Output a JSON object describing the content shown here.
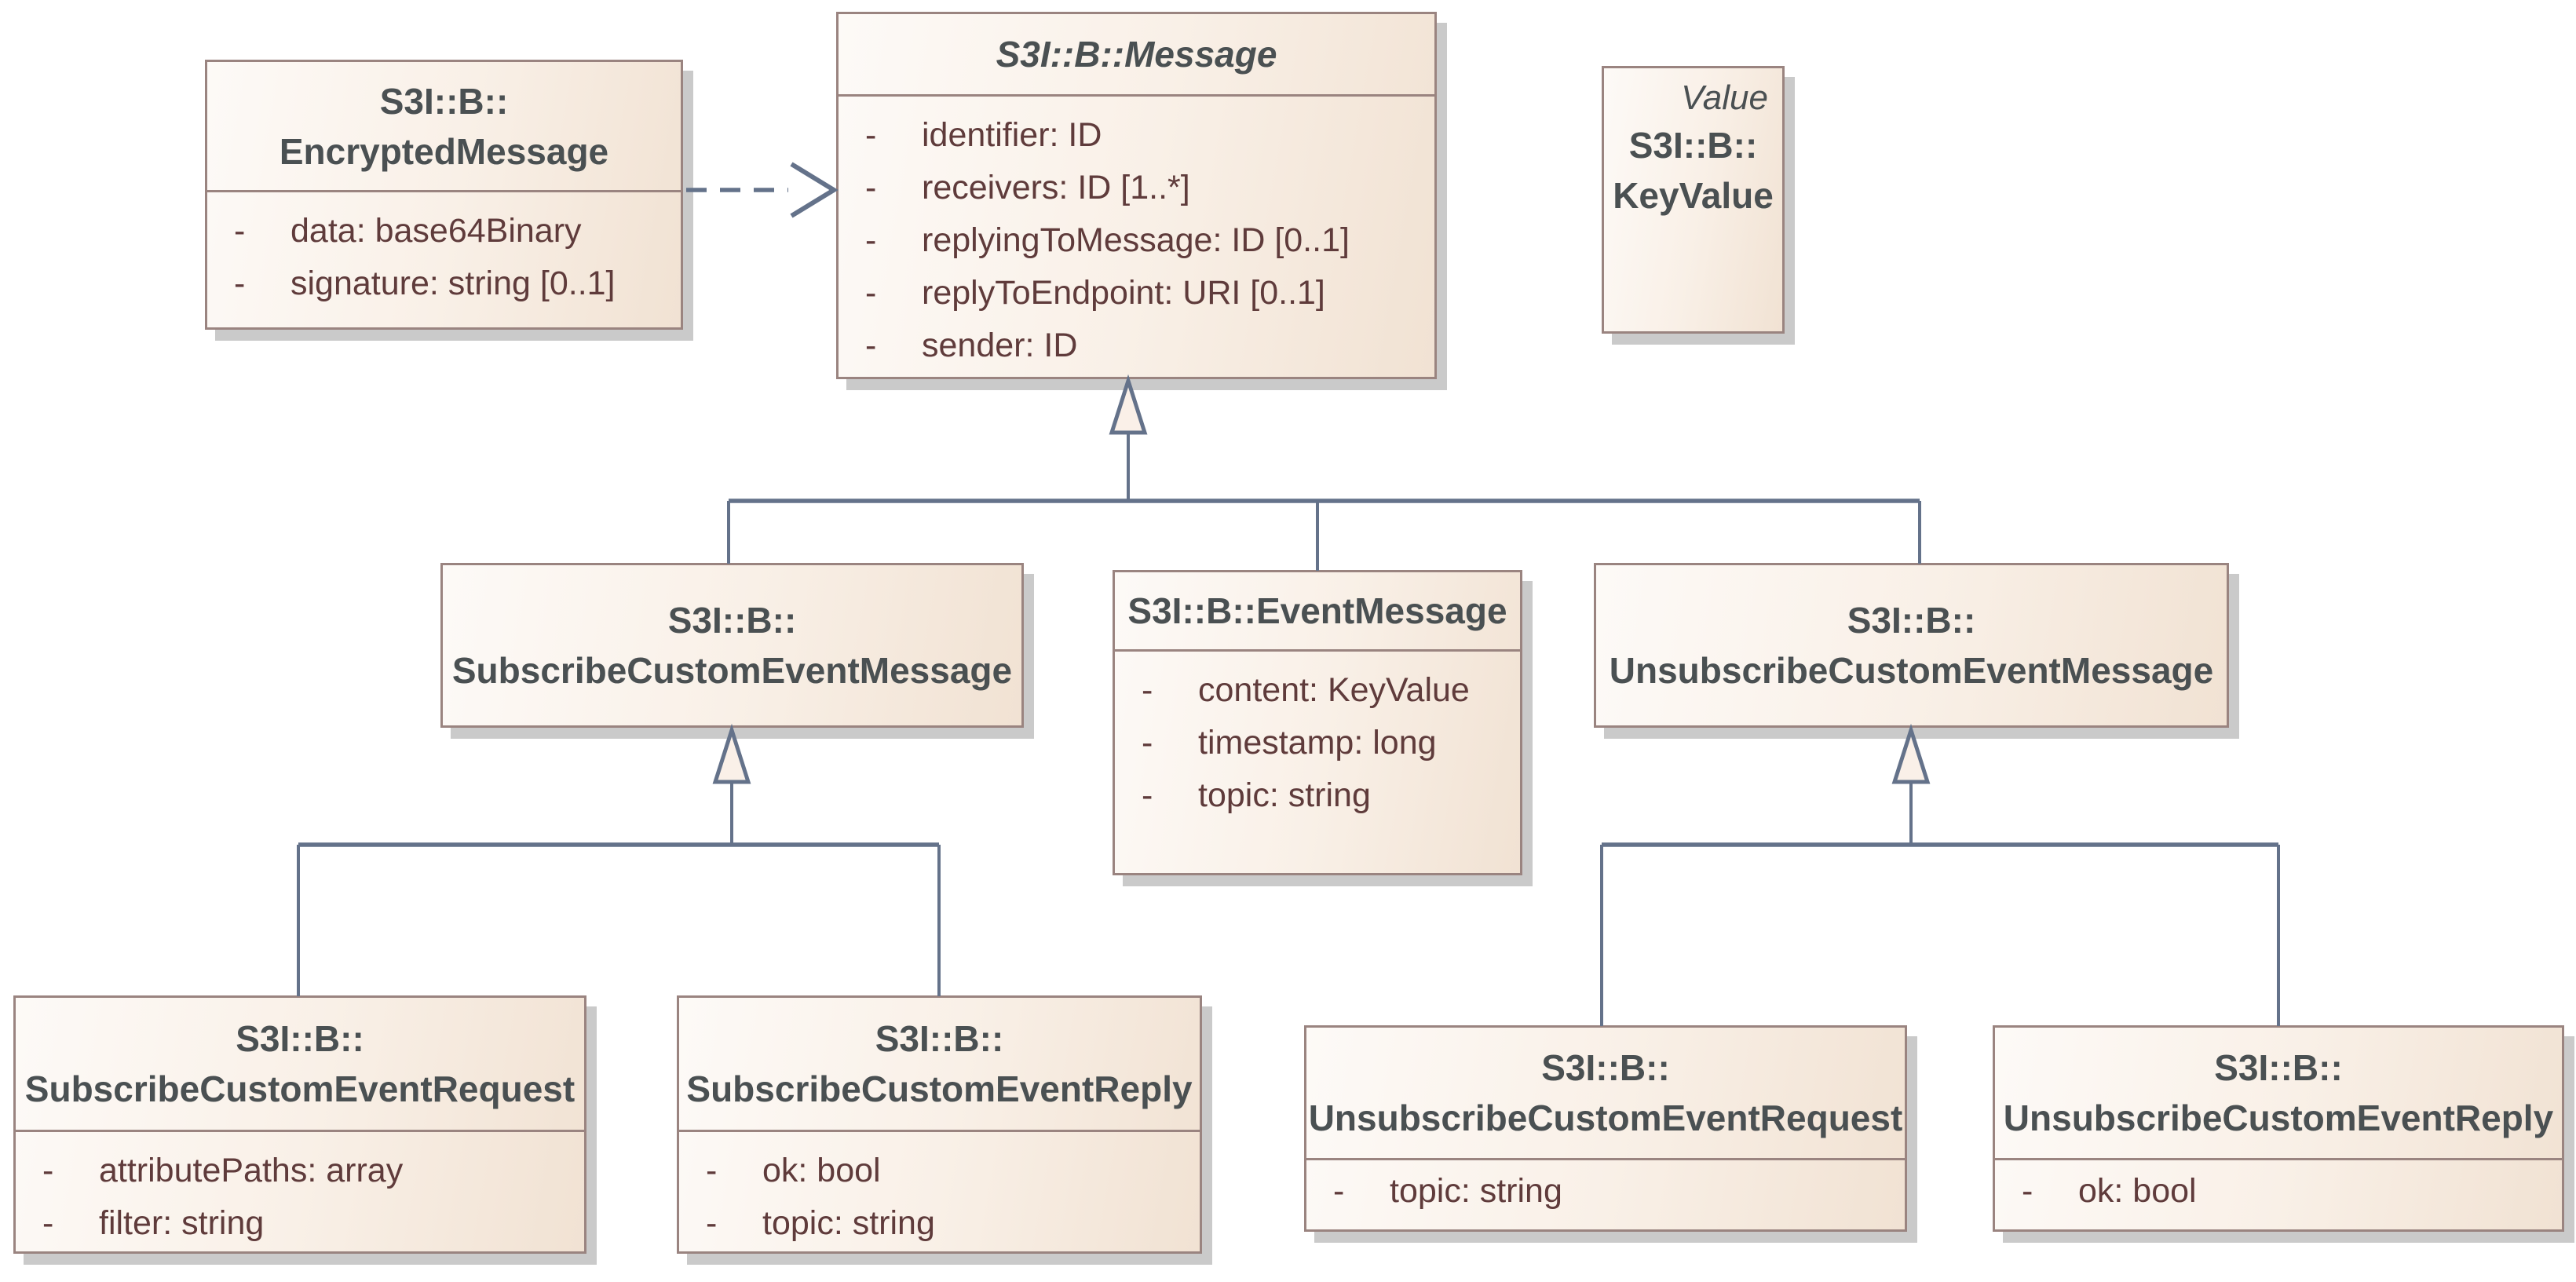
{
  "diagram": {
    "background": "#ffffff",
    "colors": {
      "box_fill_left": "#fdfaf7",
      "box_fill_right": "#f1e2d3",
      "box_border": "#9a8480",
      "title_text": "#4a5052",
      "attribute_text": "#5f3b3b",
      "connector": "#64728a",
      "shadow": "#cacaca",
      "triangle_fill": "#faf0e8"
    },
    "visibility_marker": "-",
    "classes": [
      {
        "id": "encrypted-message",
        "name_line1": "S3I::B::",
        "name_line2": "EncryptedMessage",
        "abstract": false,
        "stereotype": "",
        "attributes": [
          "data: base64Binary",
          "signature: string [0..1]"
        ]
      },
      {
        "id": "message",
        "name_line1": "S3I::B::Message",
        "name_line2": "",
        "abstract": true,
        "stereotype": "",
        "attributes": [
          "identifier: ID",
          "receivers: ID [1..*]",
          "replyingToMessage: ID [0..1]",
          "replyToEndpoint: URI [0..1]",
          "sender: ID"
        ]
      },
      {
        "id": "key-value",
        "name_line1": "S3I::B::",
        "name_line2": "KeyValue",
        "abstract": false,
        "stereotype": "Value",
        "attributes": []
      },
      {
        "id": "subscribe-custom-event-message",
        "name_line1": "S3I::B::",
        "name_line2": "SubscribeCustomEventMessage",
        "abstract": false,
        "stereotype": "",
        "attributes": []
      },
      {
        "id": "event-message",
        "name_line1": "S3I::B::EventMessage",
        "name_line2": "",
        "abstract": false,
        "stereotype": "",
        "attributes": [
          "content: KeyValue",
          "timestamp: long",
          "topic: string"
        ]
      },
      {
        "id": "unsubscribe-custom-event-message",
        "name_line1": "S3I::B::",
        "name_line2": "UnsubscribeCustomEventMessage",
        "abstract": false,
        "stereotype": "",
        "attributes": []
      },
      {
        "id": "subscribe-custom-event-request",
        "name_line1": "S3I::B::",
        "name_line2": "SubscribeCustomEventRequest",
        "abstract": false,
        "stereotype": "",
        "attributes": [
          "attributePaths: array",
          "filter: string"
        ]
      },
      {
        "id": "subscribe-custom-event-reply",
        "name_line1": "S3I::B::",
        "name_line2": "SubscribeCustomEventReply",
        "abstract": false,
        "stereotype": "",
        "attributes": [
          "ok: bool",
          "topic: string"
        ]
      },
      {
        "id": "unsubscribe-custom-event-request",
        "name_line1": "S3I::B::",
        "name_line2": "UnsubscribeCustomEventRequest",
        "abstract": false,
        "stereotype": "",
        "attributes": [
          "topic: string"
        ]
      },
      {
        "id": "unsubscribe-custom-event-reply",
        "name_line1": "S3I::B::",
        "name_line2": "UnsubscribeCustomEventReply",
        "abstract": false,
        "stereotype": "",
        "attributes": [
          "ok: bool"
        ]
      }
    ],
    "relationships": [
      {
        "type": "dependency",
        "from": "S3I::B::EncryptedMessage",
        "to": "S3I::B::Message",
        "style": "dashed-open-arrow"
      },
      {
        "type": "generalization",
        "parent": "S3I::B::Message",
        "children": [
          "S3I::B::SubscribeCustomEventMessage",
          "S3I::B::EventMessage",
          "S3I::B::UnsubscribeCustomEventMessage"
        ]
      },
      {
        "type": "generalization",
        "parent": "S3I::B::SubscribeCustomEventMessage",
        "children": [
          "S3I::B::SubscribeCustomEventRequest",
          "S3I::B::SubscribeCustomEventReply"
        ]
      },
      {
        "type": "generalization",
        "parent": "S3I::B::UnsubscribeCustomEventMessage",
        "children": [
          "S3I::B::UnsubscribeCustomEventRequest",
          "S3I::B::UnsubscribeCustomEventReply"
        ]
      }
    ]
  }
}
